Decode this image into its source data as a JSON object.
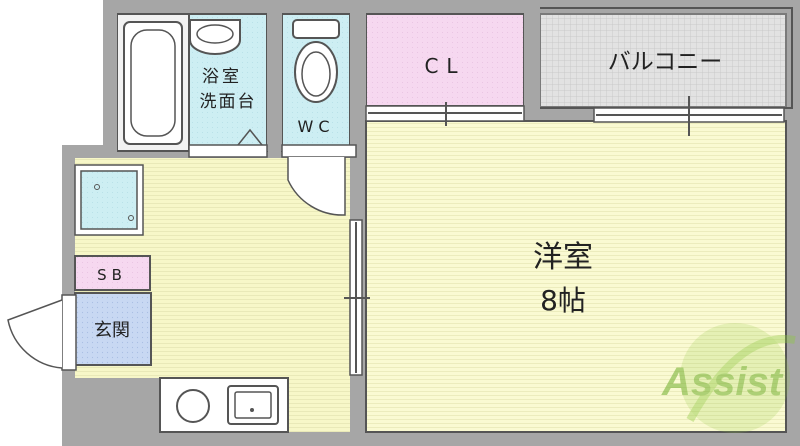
{
  "rooms": {
    "bath": "浴室",
    "washroom": "洗面台",
    "toilet": "WC",
    "closet": "CL",
    "balcony": "バルコニー",
    "western_room": "洋室",
    "western_room_size": "8帖",
    "shoe_box": "SB",
    "entrance": "玄関"
  },
  "watermark": "Assist",
  "colors": {
    "wall": "#a6a6a6",
    "western_floor": "#fafad2",
    "kitchen_floor": "#f7f7c8",
    "wet_area": "#cdeef3",
    "closet": "#f6d8f0",
    "balcony": "#e4e4e4",
    "entrance": "#c8d8f2",
    "watermark": "#8dc63f"
  }
}
